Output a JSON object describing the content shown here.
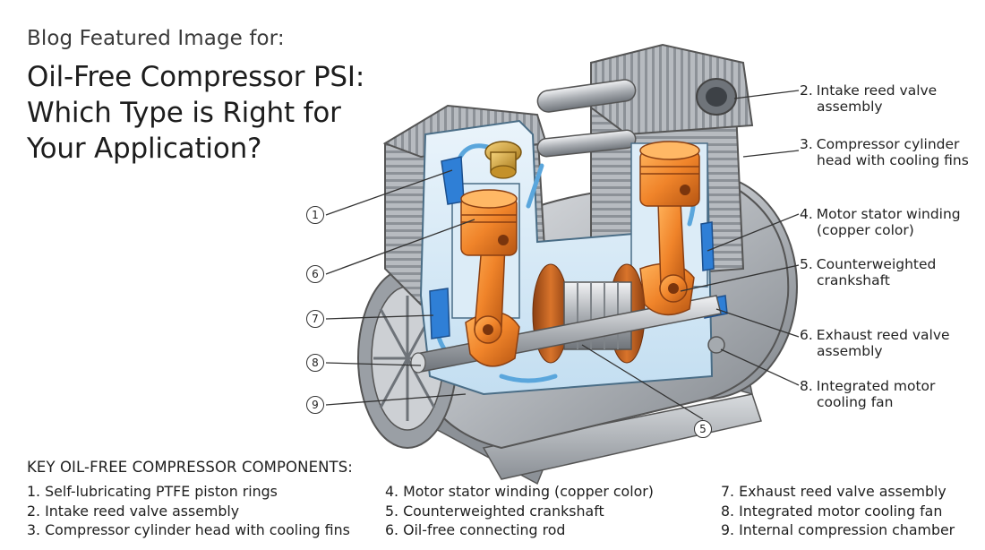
{
  "header": {
    "pre_title": "Blog Featured Image for:",
    "title_lines": [
      "Oil-Free Compressor PSI:",
      "Which Type is Right for",
      "Your Application?"
    ]
  },
  "callouts_right": [
    {
      "num": "2.",
      "lines": [
        "Intake reed valve",
        "assembly"
      ]
    },
    {
      "num": "3.",
      "lines": [
        "Compressor cylinder",
        "head with cooling fins"
      ]
    },
    {
      "num": "4.",
      "lines": [
        "Motor stator winding",
        "(copper color)"
      ]
    },
    {
      "num": "5.",
      "lines": [
        "Counterweighted",
        "crankshaft"
      ]
    },
    {
      "num": "6.",
      "lines": [
        "Exhaust reed valve",
        "assembly"
      ]
    },
    {
      "num": "8.",
      "lines": [
        "Integrated motor",
        "cooling fan"
      ]
    }
  ],
  "callouts_circled": [
    "1",
    "6",
    "7",
    "8",
    "9",
    "5"
  ],
  "key": {
    "heading": "KEY OIL-FREE COMPRESSOR COMPONENTS:",
    "columns": [
      [
        "1. Self-lubricating PTFE piston rings",
        "2. Intake reed valve assembly",
        "3. Compressor cylinder head with cooling fins"
      ],
      [
        "4. Motor stator winding (copper color)",
        "5. Counterweighted crankshaft",
        "6. Oil-free connecting rod"
      ],
      [
        "7. Exhaust reed valve assembly",
        "8. Integrated motor cooling fan",
        "9. Internal compression chamber"
      ]
    ]
  },
  "colors": {
    "metal": "#b9bcc0",
    "metal_dark": "#7e8388",
    "cutaway": "#cfe6f5",
    "copper": "#f08a2a",
    "valve_blue": "#2f7fd6",
    "brass": "#d9a93a"
  }
}
